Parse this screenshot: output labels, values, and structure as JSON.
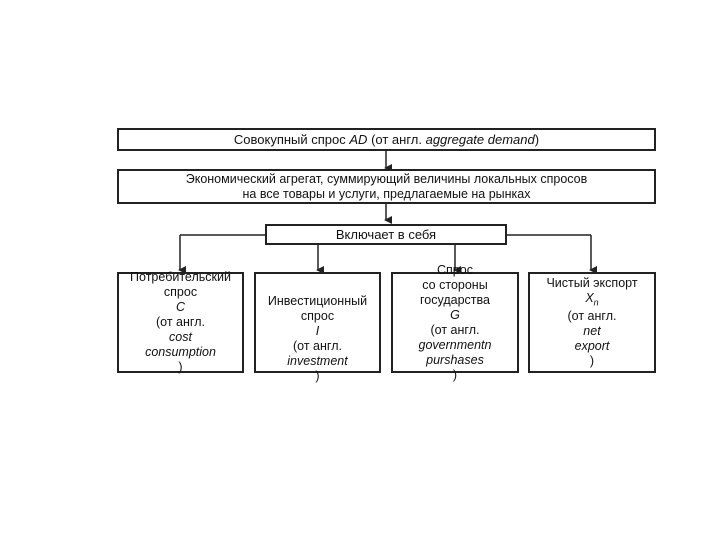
{
  "title_box": {
    "prefix": "Совокупный спрос ",
    "term": "AD",
    "mid": " (от англ. ",
    "english": "aggregate demand",
    "suffix": ")"
  },
  "definition_box": {
    "line1": "Экономический агрегат, суммирующий величины локальных спросов",
    "line2": "на все товары и услуги, предлагаемые на рынках"
  },
  "includes_box": {
    "label": "Включает в себя"
  },
  "components": [
    {
      "line1": "Потребительский",
      "line2_prefix": "спрос ",
      "symbol": "C",
      "line3": "(от англ. ",
      "english_a": "cost",
      "english_b": "consumption",
      "close": ")"
    },
    {
      "line1": "Инвестиционный",
      "line2_prefix": "спрос ",
      "symbol": "I",
      "line3": "(от англ.",
      "english_b": "investment",
      "close": ")"
    },
    {
      "line1": "Спрос",
      "line2": "со стороны",
      "line3_prefix": "государства ",
      "symbol": "G",
      "line4": "(от англ.",
      "english_a": "governmentn",
      "english_b": "purshases",
      "close": ")"
    },
    {
      "line1": "Чистый экспорт",
      "symbol": "X",
      "subscript": "n",
      "line2_mid": " (от англ. ",
      "english_a": "net",
      "english_b": "export",
      "close": ")"
    }
  ]
}
